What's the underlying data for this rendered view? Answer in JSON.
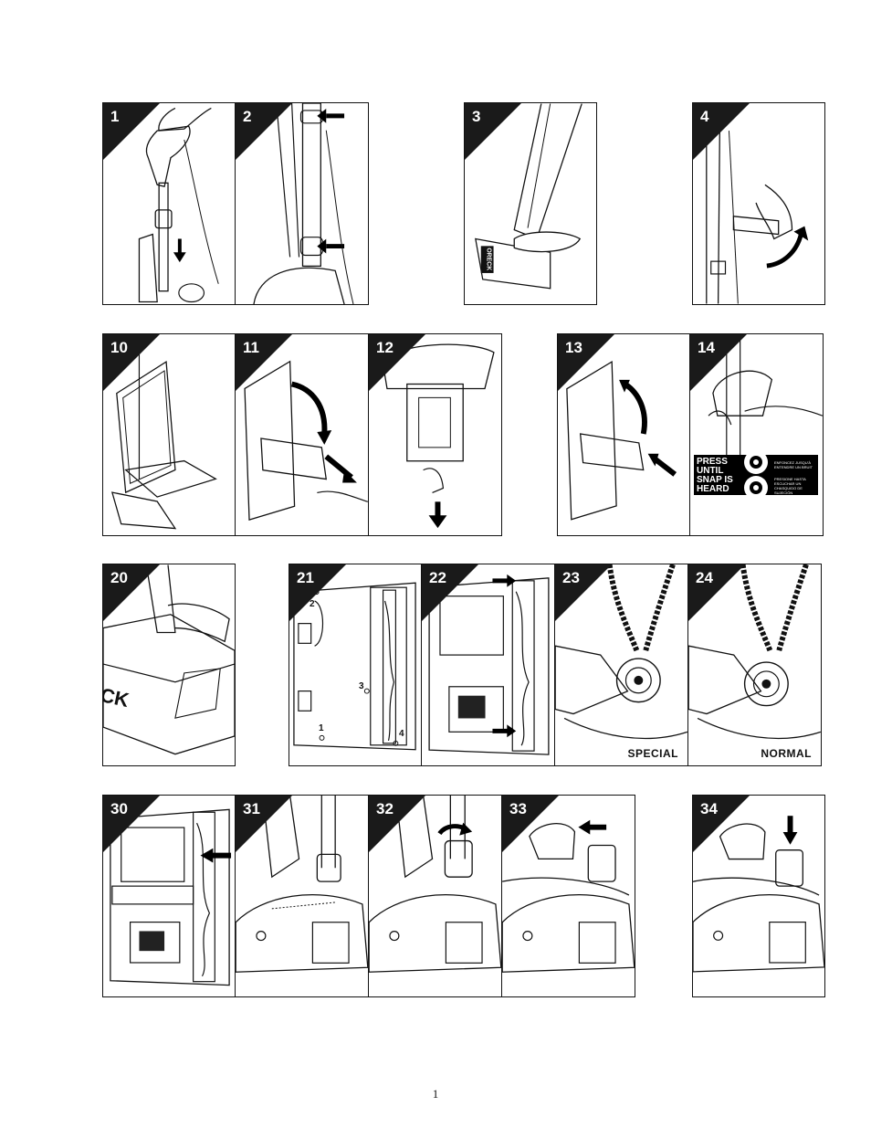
{
  "panels": {
    "p1": {
      "number": "1"
    },
    "p2": {
      "number": "2"
    },
    "p3": {
      "number": "3",
      "brand_text": "ORECK"
    },
    "p4": {
      "number": "4"
    },
    "p10": {
      "number": "10"
    },
    "p11": {
      "number": "11"
    },
    "p12": {
      "number": "12"
    },
    "p13": {
      "number": "13"
    },
    "p14": {
      "number": "14",
      "label_main": "PRESS UNTIL SNAP IS HEARD",
      "label_fr": "ENFONCEZ JUSQU'À ENTENDRE UN BRUIT",
      "label_es": "PRESIONE HASTA ESCUCHAR UN CHASQUIDO DE SUJECIÓN"
    },
    "p20": {
      "number": "20",
      "brand_text": "CK"
    },
    "p21": {
      "number": "21",
      "callouts": [
        "2",
        "3",
        "1",
        "4"
      ]
    },
    "p22": {
      "number": "22"
    },
    "p23": {
      "number": "23",
      "caption": "SPECIAL"
    },
    "p24": {
      "number": "24",
      "caption": "NORMAL"
    },
    "p30": {
      "number": "30"
    },
    "p31": {
      "number": "31"
    },
    "p32": {
      "number": "32"
    },
    "p33": {
      "number": "33"
    },
    "p34": {
      "number": "34"
    }
  },
  "page_number": "1"
}
